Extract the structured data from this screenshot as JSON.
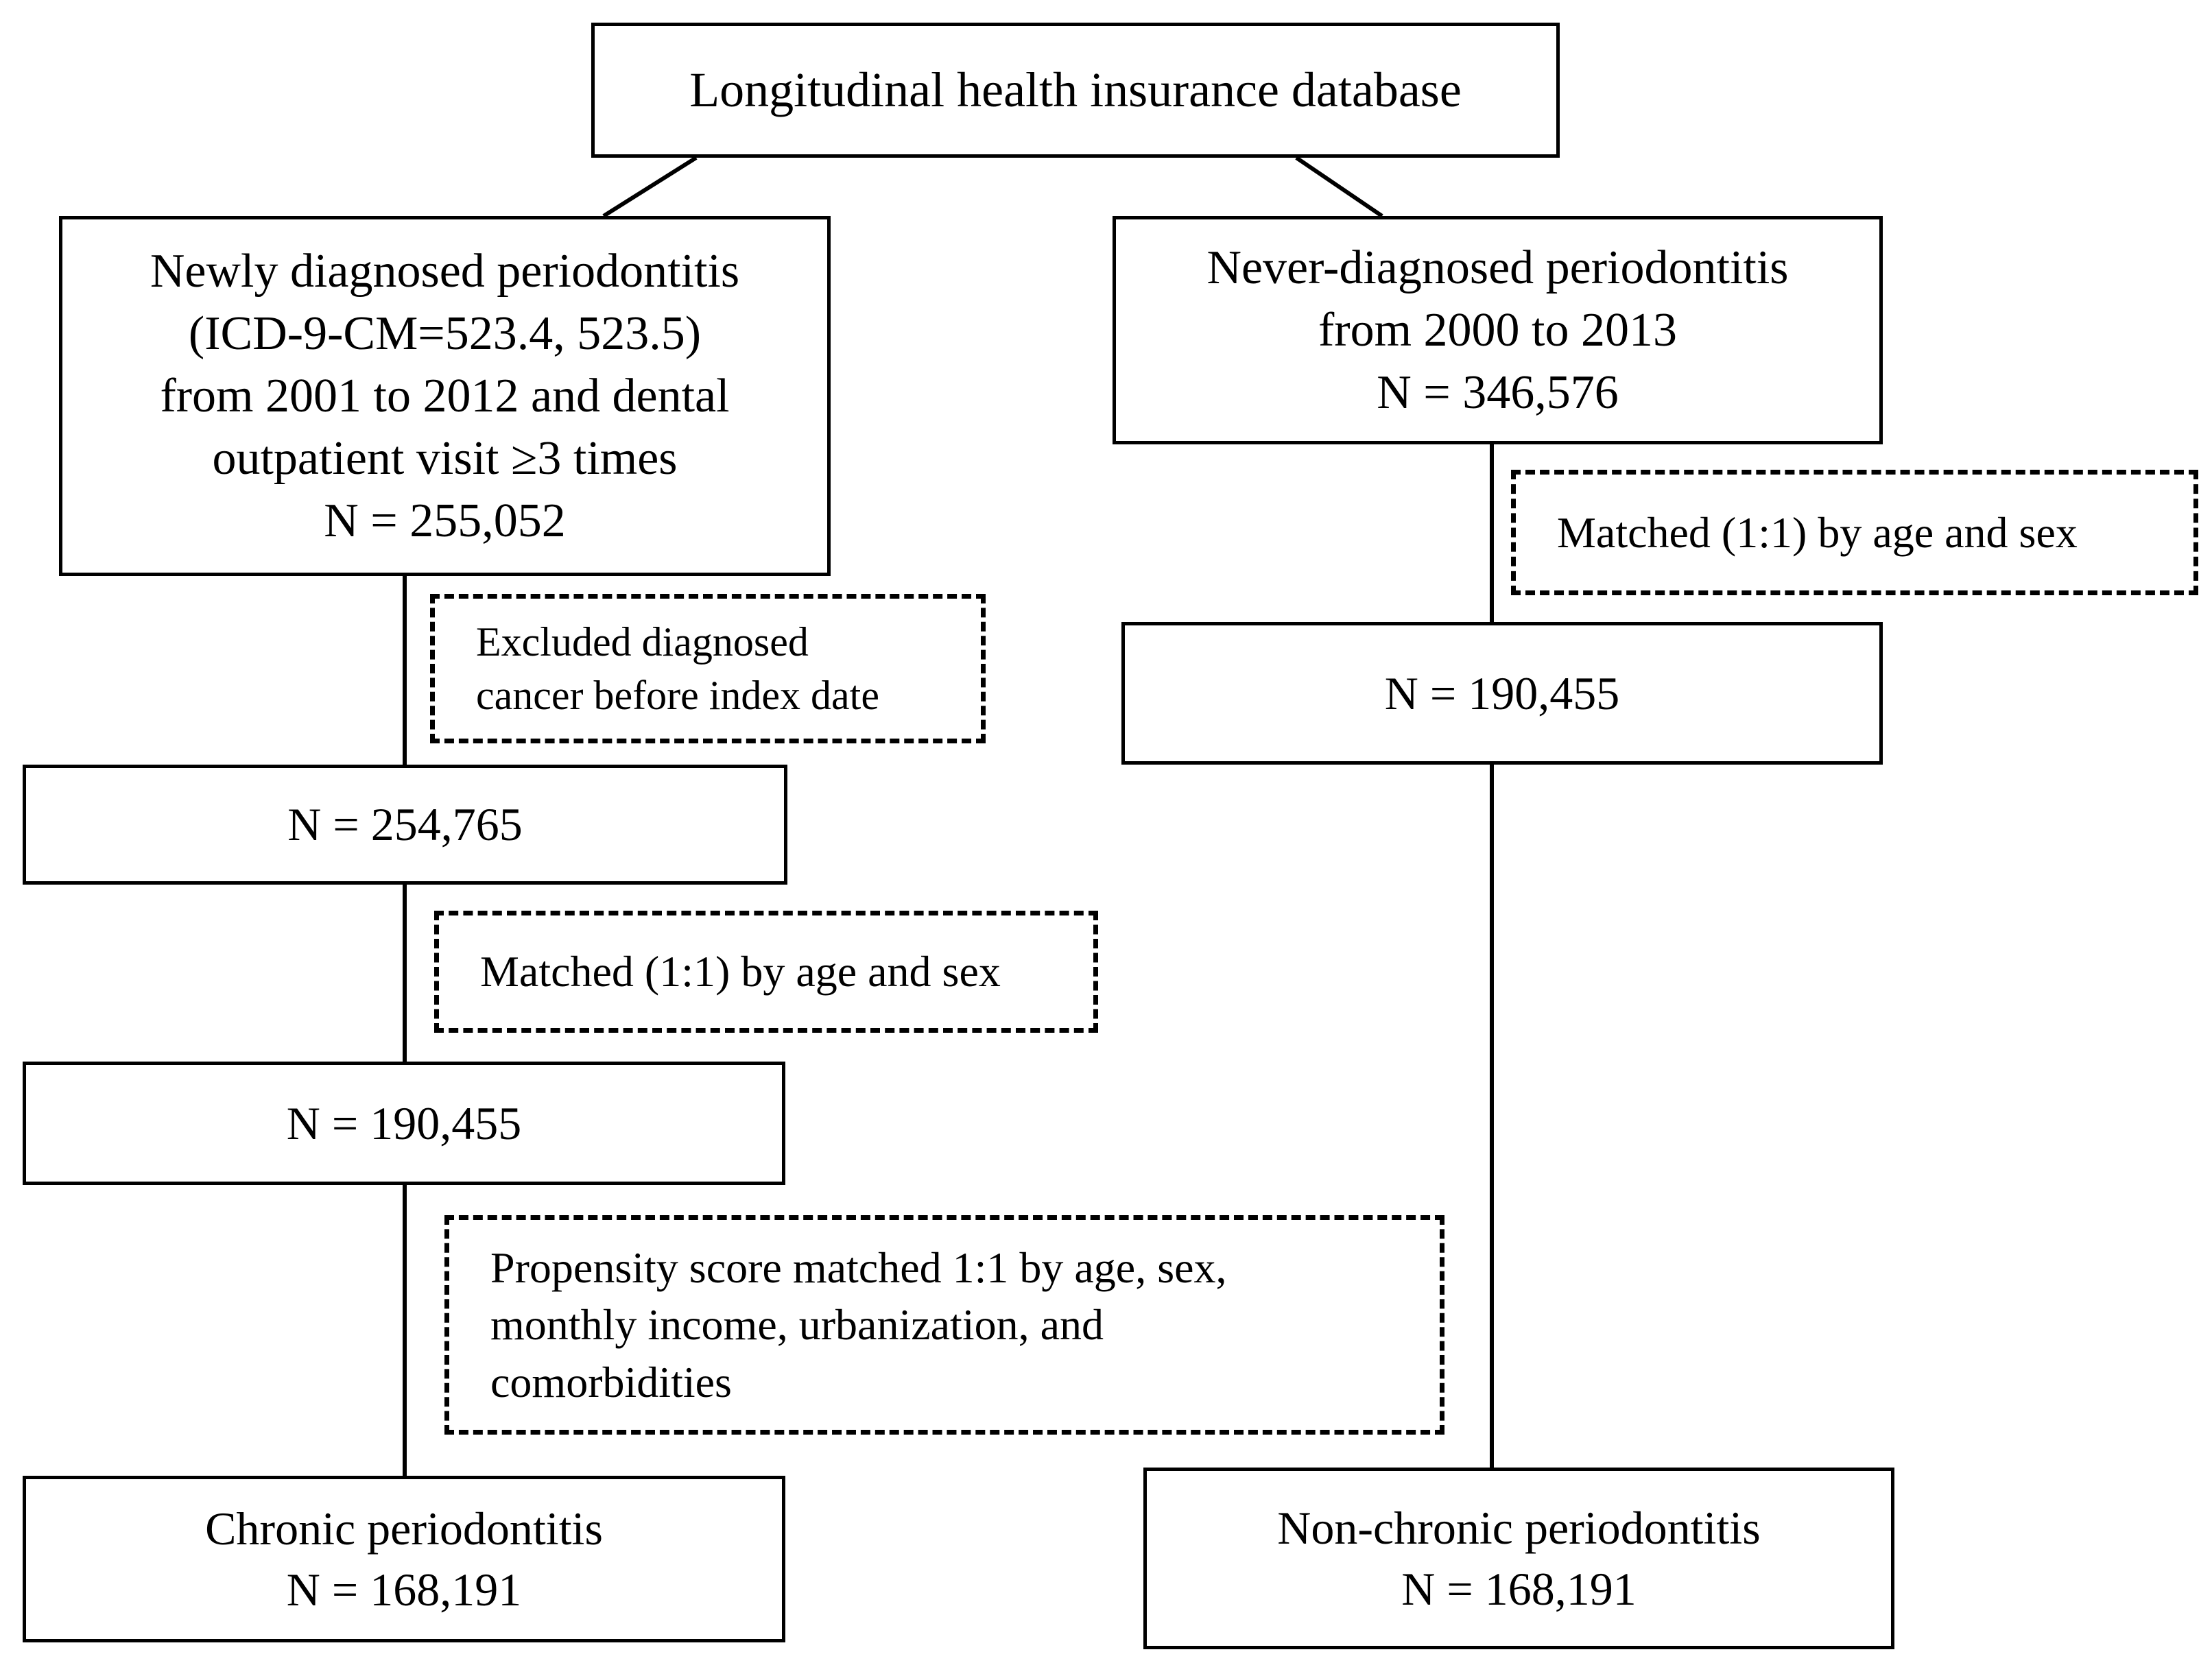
{
  "diagram": {
    "root": {
      "lines": [
        "Longitudinal health insurance database"
      ]
    },
    "left_branch": {
      "cohort": {
        "lines": [
          "Newly diagnosed periodontitis",
          "(ICD-9-CM=523.4, 523.5)",
          "from 2001 to 2012 and dental",
          "outpatient visit ≥3 times",
          "N = 255,052"
        ]
      },
      "exclusion_note": {
        "lines": [
          "Excluded diagnosed",
          "cancer before index date"
        ]
      },
      "after_exclusion": {
        "lines": [
          "N = 254,765"
        ]
      },
      "match_note": {
        "lines": [
          "Matched (1:1) by age and sex"
        ]
      },
      "after_match": {
        "lines": [
          "N = 190,455"
        ]
      },
      "propensity_note": {
        "lines": [
          "Propensity score matched 1:1 by age, sex,",
          "monthly income, urbanization, and",
          "comorbidities"
        ]
      },
      "final": {
        "lines": [
          "Chronic periodontitis",
          "N = 168,191"
        ]
      }
    },
    "right_branch": {
      "cohort": {
        "lines": [
          "Never-diagnosed periodontitis",
          "from 2000 to 2013",
          "N = 346,576"
        ]
      },
      "match_note": {
        "lines": [
          "Matched (1:1) by age and sex"
        ]
      },
      "after_match": {
        "lines": [
          "N = 190,455"
        ]
      },
      "final": {
        "lines": [
          "Non-chronic periodontitis",
          "N = 168,191"
        ]
      }
    }
  }
}
